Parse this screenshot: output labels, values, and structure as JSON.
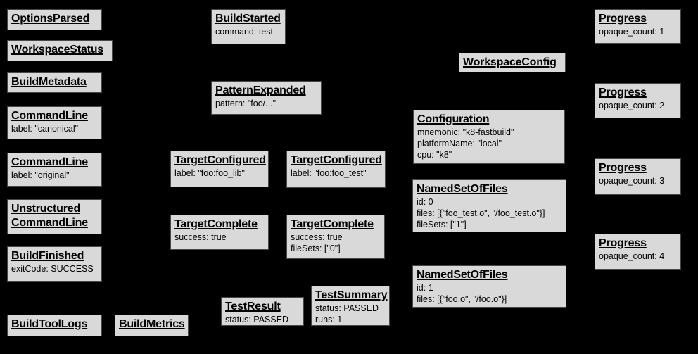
{
  "diagram": {
    "description": "Build event graph of gray event boxes on a black background",
    "background_color": "#000000",
    "node_fill_color": "#d9d9d9",
    "node_border_color": "#474747",
    "node_text_color": "#000000"
  },
  "nodes": [
    {
      "title": "OptionsParsed",
      "lines": []
    },
    {
      "title": "WorkspaceStatus",
      "lines": []
    },
    {
      "title": "BuildMetadata",
      "lines": []
    },
    {
      "title": "CommandLine",
      "lines": [
        "label: \"canonical\""
      ]
    },
    {
      "title": "CommandLine",
      "lines": [
        "label: \"original\""
      ]
    },
    {
      "title": "Unstructured CommandLine",
      "lines": []
    },
    {
      "title": "BuildFinished",
      "lines": [
        "exitCode: SUCCESS"
      ]
    },
    {
      "title": "BuildToolLogs",
      "lines": []
    },
    {
      "title": "BuildMetrics",
      "lines": []
    },
    {
      "title": "BuildStarted",
      "lines": [
        "command: test"
      ]
    },
    {
      "title": "PatternExpanded",
      "lines": [
        "pattern: \"foo/...\""
      ]
    },
    {
      "title": "TargetConfigured",
      "lines": [
        "label: \"foo:foo_lib\""
      ]
    },
    {
      "title": "TargetConfigured",
      "lines": [
        "label: \"foo:foo_test\""
      ]
    },
    {
      "title": "TargetComplete",
      "lines": [
        "success: true"
      ]
    },
    {
      "title": "TargetComplete",
      "lines": [
        "success: true",
        "fileSets: [\"0\"]"
      ]
    },
    {
      "title": "TestResult",
      "lines": [
        "status: PASSED"
      ]
    },
    {
      "title": "TestSummary",
      "lines": [
        "status: PASSED",
        "runs: 1"
      ]
    },
    {
      "title": "WorkspaceConfig",
      "lines": []
    },
    {
      "title": "Configuration",
      "lines": [
        "mnemonic: \"k8-fastbuild\"",
        "platformName: \"local\"",
        "cpu: \"k8\""
      ]
    },
    {
      "title": "NamedSetOfFiles",
      "lines": [
        "id: 0",
        "files: [{\"foo_test.o\", \"/foo_test.o\"}]",
        "fileSets: [\"1\"]"
      ]
    },
    {
      "title": "NamedSetOfFiles",
      "lines": [
        "id: 1",
        "files: [{\"foo.o\", \"/foo.o\"}]"
      ]
    },
    {
      "title": "Progress",
      "lines": [
        "opaque_count: 1"
      ]
    },
    {
      "title": "Progress",
      "lines": [
        "opaque_count: 2"
      ]
    },
    {
      "title": "Progress",
      "lines": [
        "opaque_count: 3"
      ]
    },
    {
      "title": "Progress",
      "lines": [
        "opaque_count: 4"
      ]
    }
  ]
}
